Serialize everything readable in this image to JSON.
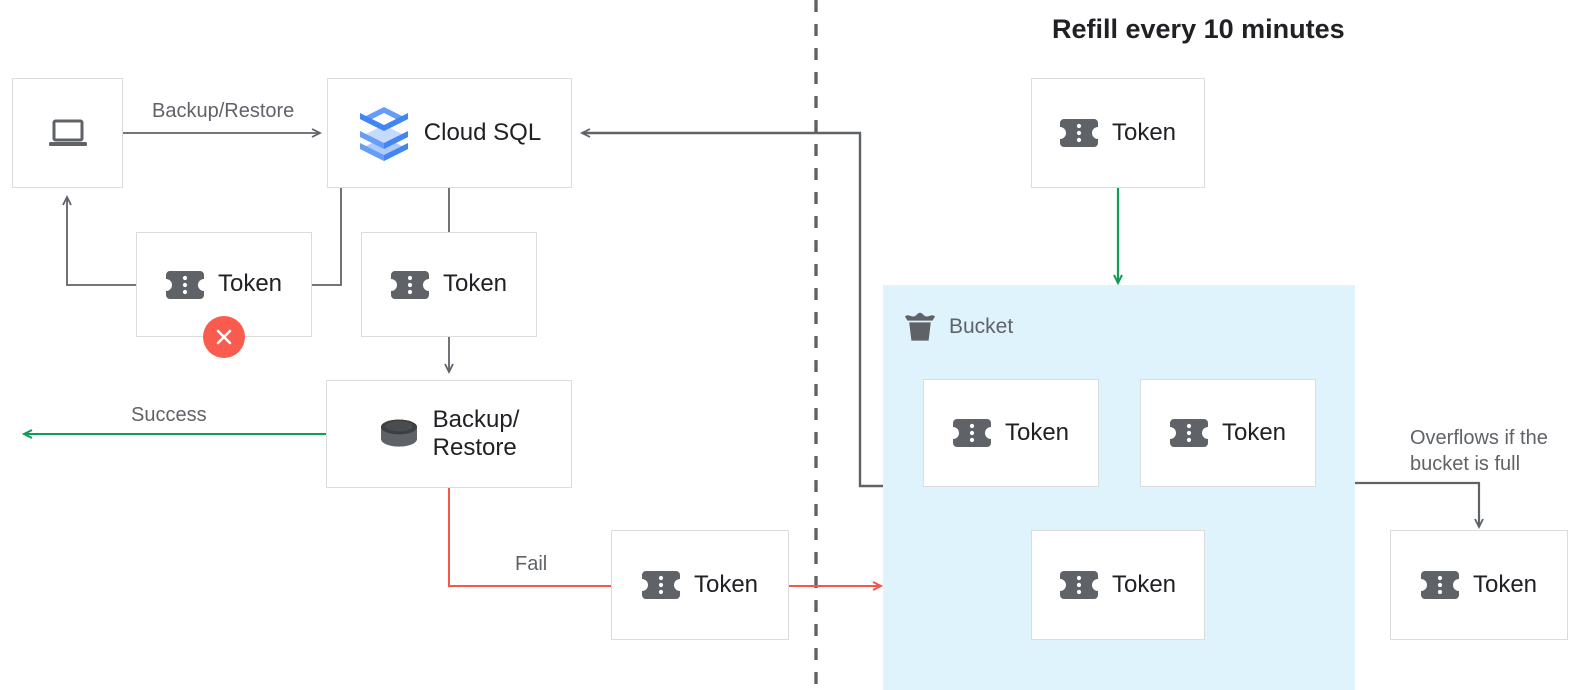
{
  "title": "Refill every 10 minutes",
  "nodes": {
    "client": {
      "name": "client-workstation",
      "icon": "laptop-icon",
      "label": ""
    },
    "cloud_sql": {
      "name": "cloud-sql",
      "icon": "cloud-sql-icon",
      "label": "Cloud SQL"
    },
    "token_rejected": {
      "name": "token-rejected",
      "icon": "token-icon",
      "label": "Token"
    },
    "token_consumed": {
      "name": "token-consumed",
      "icon": "token-icon",
      "label": "Token"
    },
    "backup_restore": {
      "name": "backup-restore",
      "icon": "database-icon",
      "label": "Backup/\nRestore"
    },
    "token_fail": {
      "name": "token-fail",
      "icon": "token-icon",
      "label": "Token"
    },
    "token_refill": {
      "name": "token-refill",
      "icon": "token-icon",
      "label": "Token"
    },
    "token_bucket_1": {
      "name": "token-bucket-1",
      "icon": "token-icon",
      "label": "Token"
    },
    "token_bucket_2": {
      "name": "token-bucket-2",
      "icon": "token-icon",
      "label": "Token"
    },
    "token_bucket_3": {
      "name": "token-bucket-3",
      "icon": "token-icon",
      "label": "Token"
    },
    "token_overflow": {
      "name": "token-overflow",
      "icon": "token-icon",
      "label": "Token"
    }
  },
  "bucket": {
    "label": "Bucket",
    "icon": "bucket-icon"
  },
  "edge_labels": {
    "backup_restore": "Backup/Restore",
    "success": "Success",
    "fail": "Fail",
    "overflow": "Overflows if the\nbucket is full"
  },
  "badges": {
    "error": {
      "icon": "close-icon",
      "color": "#fa5b4f"
    }
  },
  "colors": {
    "success_green": "#0f9d58",
    "fail_red": "#f4584a",
    "connector_gray": "#5f6368",
    "box_border": "#dcdcdc",
    "bucket_fill": "#dff3fd",
    "token_gray": "#5f6368",
    "text_primary": "#202124",
    "text_secondary": "#5f6368",
    "cloudsql_blue": "#4285f4",
    "divider": "#5f6368"
  }
}
